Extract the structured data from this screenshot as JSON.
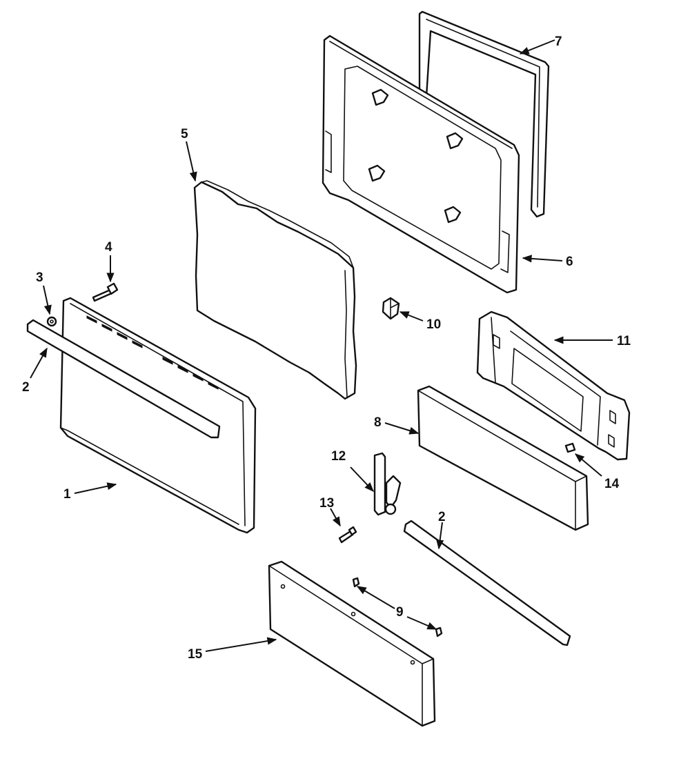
{
  "callouts": {
    "n1": "1",
    "n2a": "2",
    "n2b": "2",
    "n3": "3",
    "n4": "4",
    "n5": "5",
    "n6": "6",
    "n7": "7",
    "n8": "8",
    "n9": "9",
    "n10": "10",
    "n11": "11",
    "n12": "12",
    "n13": "13",
    "n14": "14",
    "n15": "15"
  }
}
